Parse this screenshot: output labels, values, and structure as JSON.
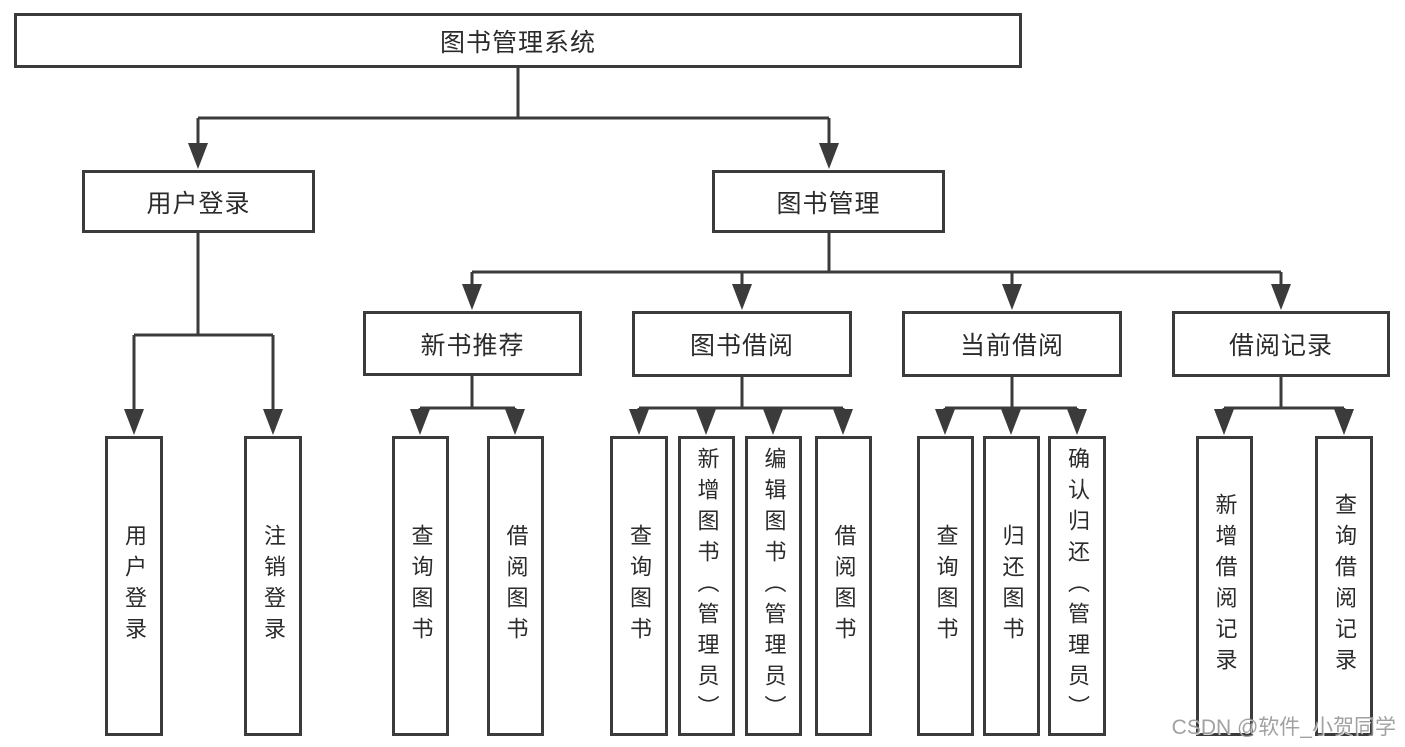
{
  "nodes": {
    "root": {
      "label": "图书管理系统"
    },
    "user_login": {
      "label": "用户登录"
    },
    "book_mgmt": {
      "label": "图书管理"
    },
    "new_book_rec": {
      "label": "新书推荐"
    },
    "book_borrow": {
      "label": "图书借阅"
    },
    "current_borrow": {
      "label": "当前借阅"
    },
    "borrow_records": {
      "label": "借阅记录"
    },
    "leaf_user_login": {
      "label": "用户登录"
    },
    "leaf_logout": {
      "label": "注销登录"
    },
    "leaf_query_book_1": {
      "label": "查询图书"
    },
    "leaf_borrow_book_1": {
      "label": "借阅图书"
    },
    "leaf_query_book_2": {
      "label": "查询图书"
    },
    "leaf_add_book": {
      "label": "新增图书（管理员）"
    },
    "leaf_edit_book": {
      "label": "编辑图书（管理员）"
    },
    "leaf_borrow_book_2": {
      "label": "借阅图书"
    },
    "leaf_query_book_3": {
      "label": "查询图书"
    },
    "leaf_return_book": {
      "label": "归还图书"
    },
    "leaf_confirm_return": {
      "label": "确认归还（管理员）"
    },
    "leaf_add_borrow_record": {
      "label": "新增借阅记录"
    },
    "leaf_query_borrow_record": {
      "label": "查询借阅记录"
    }
  },
  "edges": [
    {
      "from": "图书管理系统",
      "to": "用户登录"
    },
    {
      "from": "图书管理系统",
      "to": "图书管理"
    },
    {
      "from": "用户登录",
      "to": "用户登录"
    },
    {
      "from": "用户登录",
      "to": "注销登录"
    },
    {
      "from": "图书管理",
      "to": "新书推荐"
    },
    {
      "from": "图书管理",
      "to": "图书借阅"
    },
    {
      "from": "图书管理",
      "to": "当前借阅"
    },
    {
      "from": "图书管理",
      "to": "借阅记录"
    },
    {
      "from": "新书推荐",
      "to": "查询图书"
    },
    {
      "from": "新书推荐",
      "to": "借阅图书"
    },
    {
      "from": "图书借阅",
      "to": "查询图书"
    },
    {
      "from": "图书借阅",
      "to": "新增图书（管理员）"
    },
    {
      "from": "图书借阅",
      "to": "编辑图书（管理员）"
    },
    {
      "from": "图书借阅",
      "to": "借阅图书"
    },
    {
      "from": "当前借阅",
      "to": "查询图书"
    },
    {
      "from": "当前借阅",
      "to": "归还图书"
    },
    {
      "from": "当前借阅",
      "to": "确认归还（管理员）"
    },
    {
      "from": "借阅记录",
      "to": "新增借阅记录"
    },
    {
      "from": "借阅记录",
      "to": "查询借阅记录"
    }
  ],
  "watermark": {
    "text": "CSDN @软件_小贺同学"
  }
}
